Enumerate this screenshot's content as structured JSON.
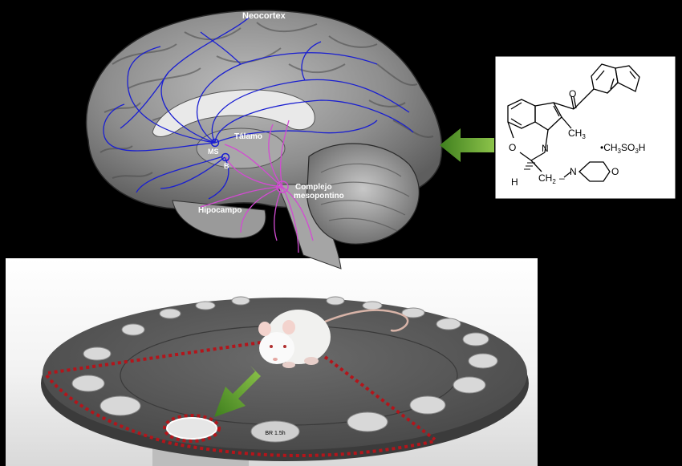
{
  "brain": {
    "labels": {
      "neocortex": "Neocortex",
      "talamo": "Tálamo",
      "ms": "MS",
      "b": "B",
      "complejo_line1": "Complejo",
      "complejo_line2": "mesopontino",
      "hipocampo": "Hipocampo"
    },
    "colors": {
      "cholinergic_blue": "#1a1fd1",
      "cholinergic_pink": "#d24bd2"
    }
  },
  "molecule": {
    "ch3": "CH",
    "ch3_sub": "3",
    "salt_prefix": "•CH",
    "salt_sub1": "3",
    "salt_mid": "SO",
    "salt_sub2": "3",
    "salt_suffix": "H",
    "h": "H",
    "ch2": "CH",
    "ch2_sub": "2",
    "n": "N",
    "o": "O",
    "n_morph": "N",
    "o_morph": "O",
    "o_ring": "O",
    "dash": "–"
  },
  "maze": {
    "sign": "BR 1.5h",
    "colors": {
      "target_outline": "#b3151b",
      "arrow": "#5aa02c"
    }
  },
  "arrows": {
    "color": "#5aa02c"
  }
}
